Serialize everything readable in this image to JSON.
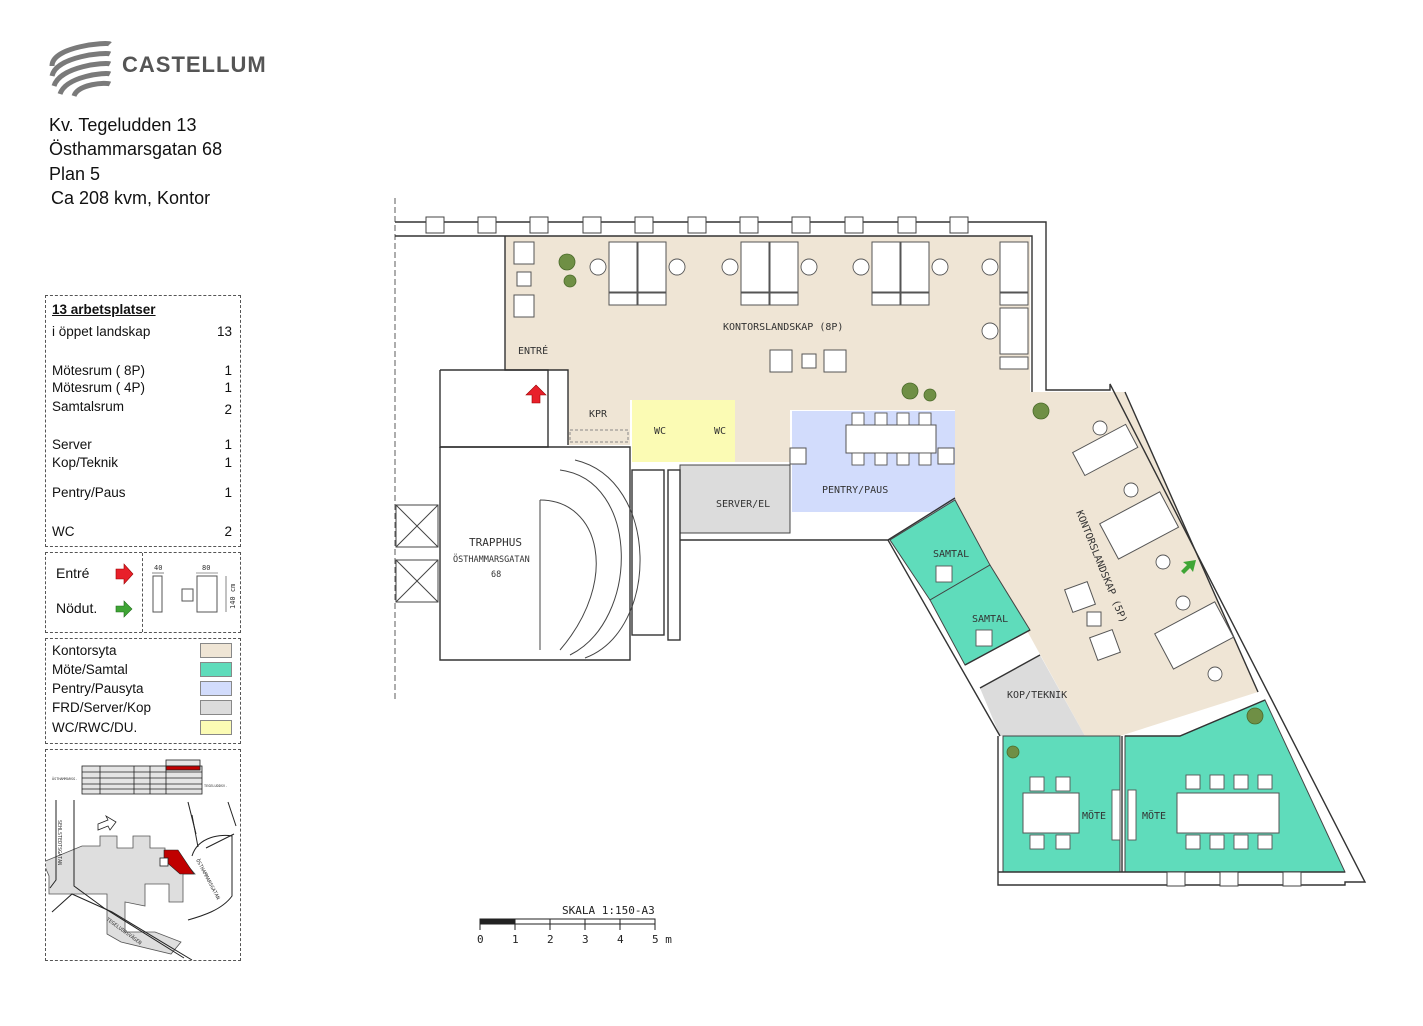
{
  "logo": {
    "name": "CASTELLUM"
  },
  "header": {
    "lines": [
      "Kv. Tegeludden 13",
      "Östhammarsgatan 68",
      "Plan 5",
      "Ca 208 kvm, Kontor"
    ]
  },
  "summary": {
    "title": "13 arbetsplatser",
    "rows": [
      {
        "label": "i öppet landskap",
        "value": "13"
      },
      {
        "label": "Mötesrum ( 8P)",
        "value": "1"
      },
      {
        "label": "Mötesrum ( 4P)",
        "value": "1"
      },
      {
        "label": "Samtalsrum",
        "value": "2"
      },
      {
        "label": "Server",
        "value": "1"
      },
      {
        "label": "Kop/Teknik",
        "value": "1"
      },
      {
        "label": "Pentry/Paus",
        "value": "1"
      },
      {
        "label": "WC",
        "value": "2"
      }
    ]
  },
  "symbols": {
    "entre": "Entré",
    "nodut": "Nödut.",
    "dim_40": "40",
    "dim_80": "80",
    "dim_140": "140 cm",
    "entre_color": "#e8202a",
    "nodut_color": "#3fa535"
  },
  "legend": [
    {
      "label": "Kontorsyta",
      "color": "#efe5d5"
    },
    {
      "label": "Möte/Samtal",
      "color": "#5fdcbb"
    },
    {
      "label": "Pentry/Pausyta",
      "color": "#d2dcfc"
    },
    {
      "label": "FRD/Server/Kop",
      "color": "#dcdcdc"
    },
    {
      "label": "WC/RWC/DU.",
      "color": "#fbfbb4"
    }
  ],
  "minimap": {
    "streets": [
      "ÖSTHAMMARSG.",
      "TEGELUDDSV.",
      "SEHLSTEDTSGATAN",
      "ÖSTHAMMARSGATAN",
      "TEGELUDDSVÄGEN"
    ],
    "highlight_color": "#c00000"
  },
  "rooms": {
    "kontor_8p": "KONTORSLANDSKAP (8P)",
    "entre": "ENTRÉ",
    "kpr": "KPR",
    "wc1": "WC",
    "wc2": "WC",
    "server": "SERVER/EL",
    "pentry": "PENTRY/PAUS",
    "trapphus": "TRAPPHUS",
    "trapphus_street": "ÖSTHAMMARSGATAN",
    "trapphus_no": "68",
    "samtal1": "SAMTAL",
    "samtal2": "SAMTAL",
    "kop": "KOP/TEKNIK",
    "kontor_5p": "KONTORSLANDSKAP (5P)",
    "mote1": "MÖTE",
    "mote2": "MÖTE"
  },
  "scale": {
    "title": "SKALA 1:150-A3",
    "ticks": [
      "0",
      "1",
      "2",
      "3",
      "4",
      "5 m"
    ]
  }
}
